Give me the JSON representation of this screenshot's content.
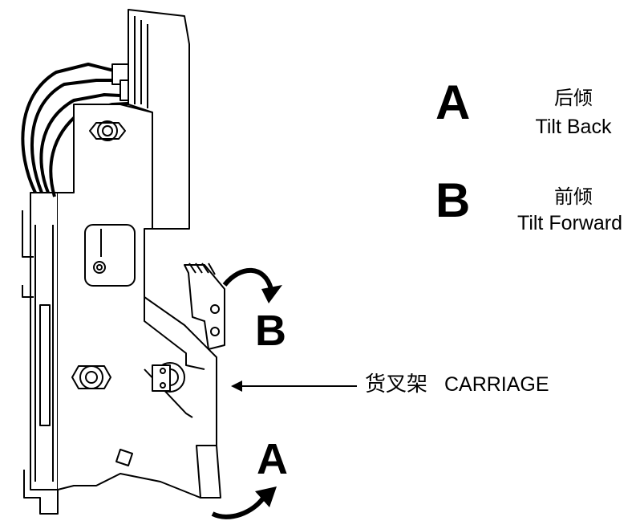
{
  "legend": [
    {
      "letter": "A",
      "chinese": "后倾",
      "english": "Tilt Back"
    },
    {
      "letter": "B",
      "chinese": "前倾",
      "english": "Tilt Forward"
    }
  ],
  "arrow_labels": {
    "forward": "B",
    "back": "A"
  },
  "carriage_label": {
    "chinese": "货叉架",
    "english": "CARRIAGE"
  },
  "colors": {
    "ink": "#000000",
    "background": "#ffffff"
  }
}
